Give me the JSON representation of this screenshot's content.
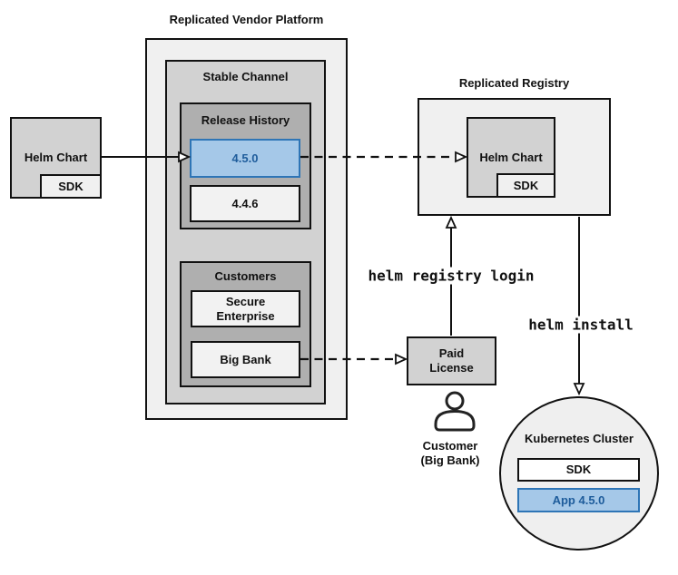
{
  "colors": {
    "accent_fill": "#A5C8E8",
    "accent_border": "#2E75B6",
    "accent_text": "#1E5C9B",
    "box_light": "#F0F0F0",
    "box_medium": "#D2D2D2",
    "box_dark": "#AFAFAF",
    "box_pale": "#F2F2F2",
    "line_black": "#111111"
  },
  "platform": {
    "title": "Replicated Vendor Platform",
    "stable_channel": {
      "title": "Stable Channel"
    },
    "release_history": {
      "title": "Release History",
      "releases": [
        {
          "version": "4.5.0",
          "highlighted": true
        },
        {
          "version": "4.4.6",
          "highlighted": false
        }
      ]
    },
    "customers": {
      "title": "Customers",
      "items": [
        "Secure Enterprise",
        "Big Bank"
      ]
    }
  },
  "helm_chart_source": {
    "label": "Helm Chart",
    "sdk_label": "SDK"
  },
  "registry": {
    "title": "Replicated Registry",
    "helm_chart_label": "Helm Chart",
    "sdk_label": "SDK"
  },
  "paid_license": {
    "label": "Paid License"
  },
  "customer": {
    "line1": "Customer",
    "line2": "(Big Bank)"
  },
  "commands": {
    "registry_login": "helm registry login",
    "install": "helm install"
  },
  "cluster": {
    "title": "Kubernetes Cluster",
    "sdk_label": "SDK",
    "app_label": "App 4.5.0"
  }
}
